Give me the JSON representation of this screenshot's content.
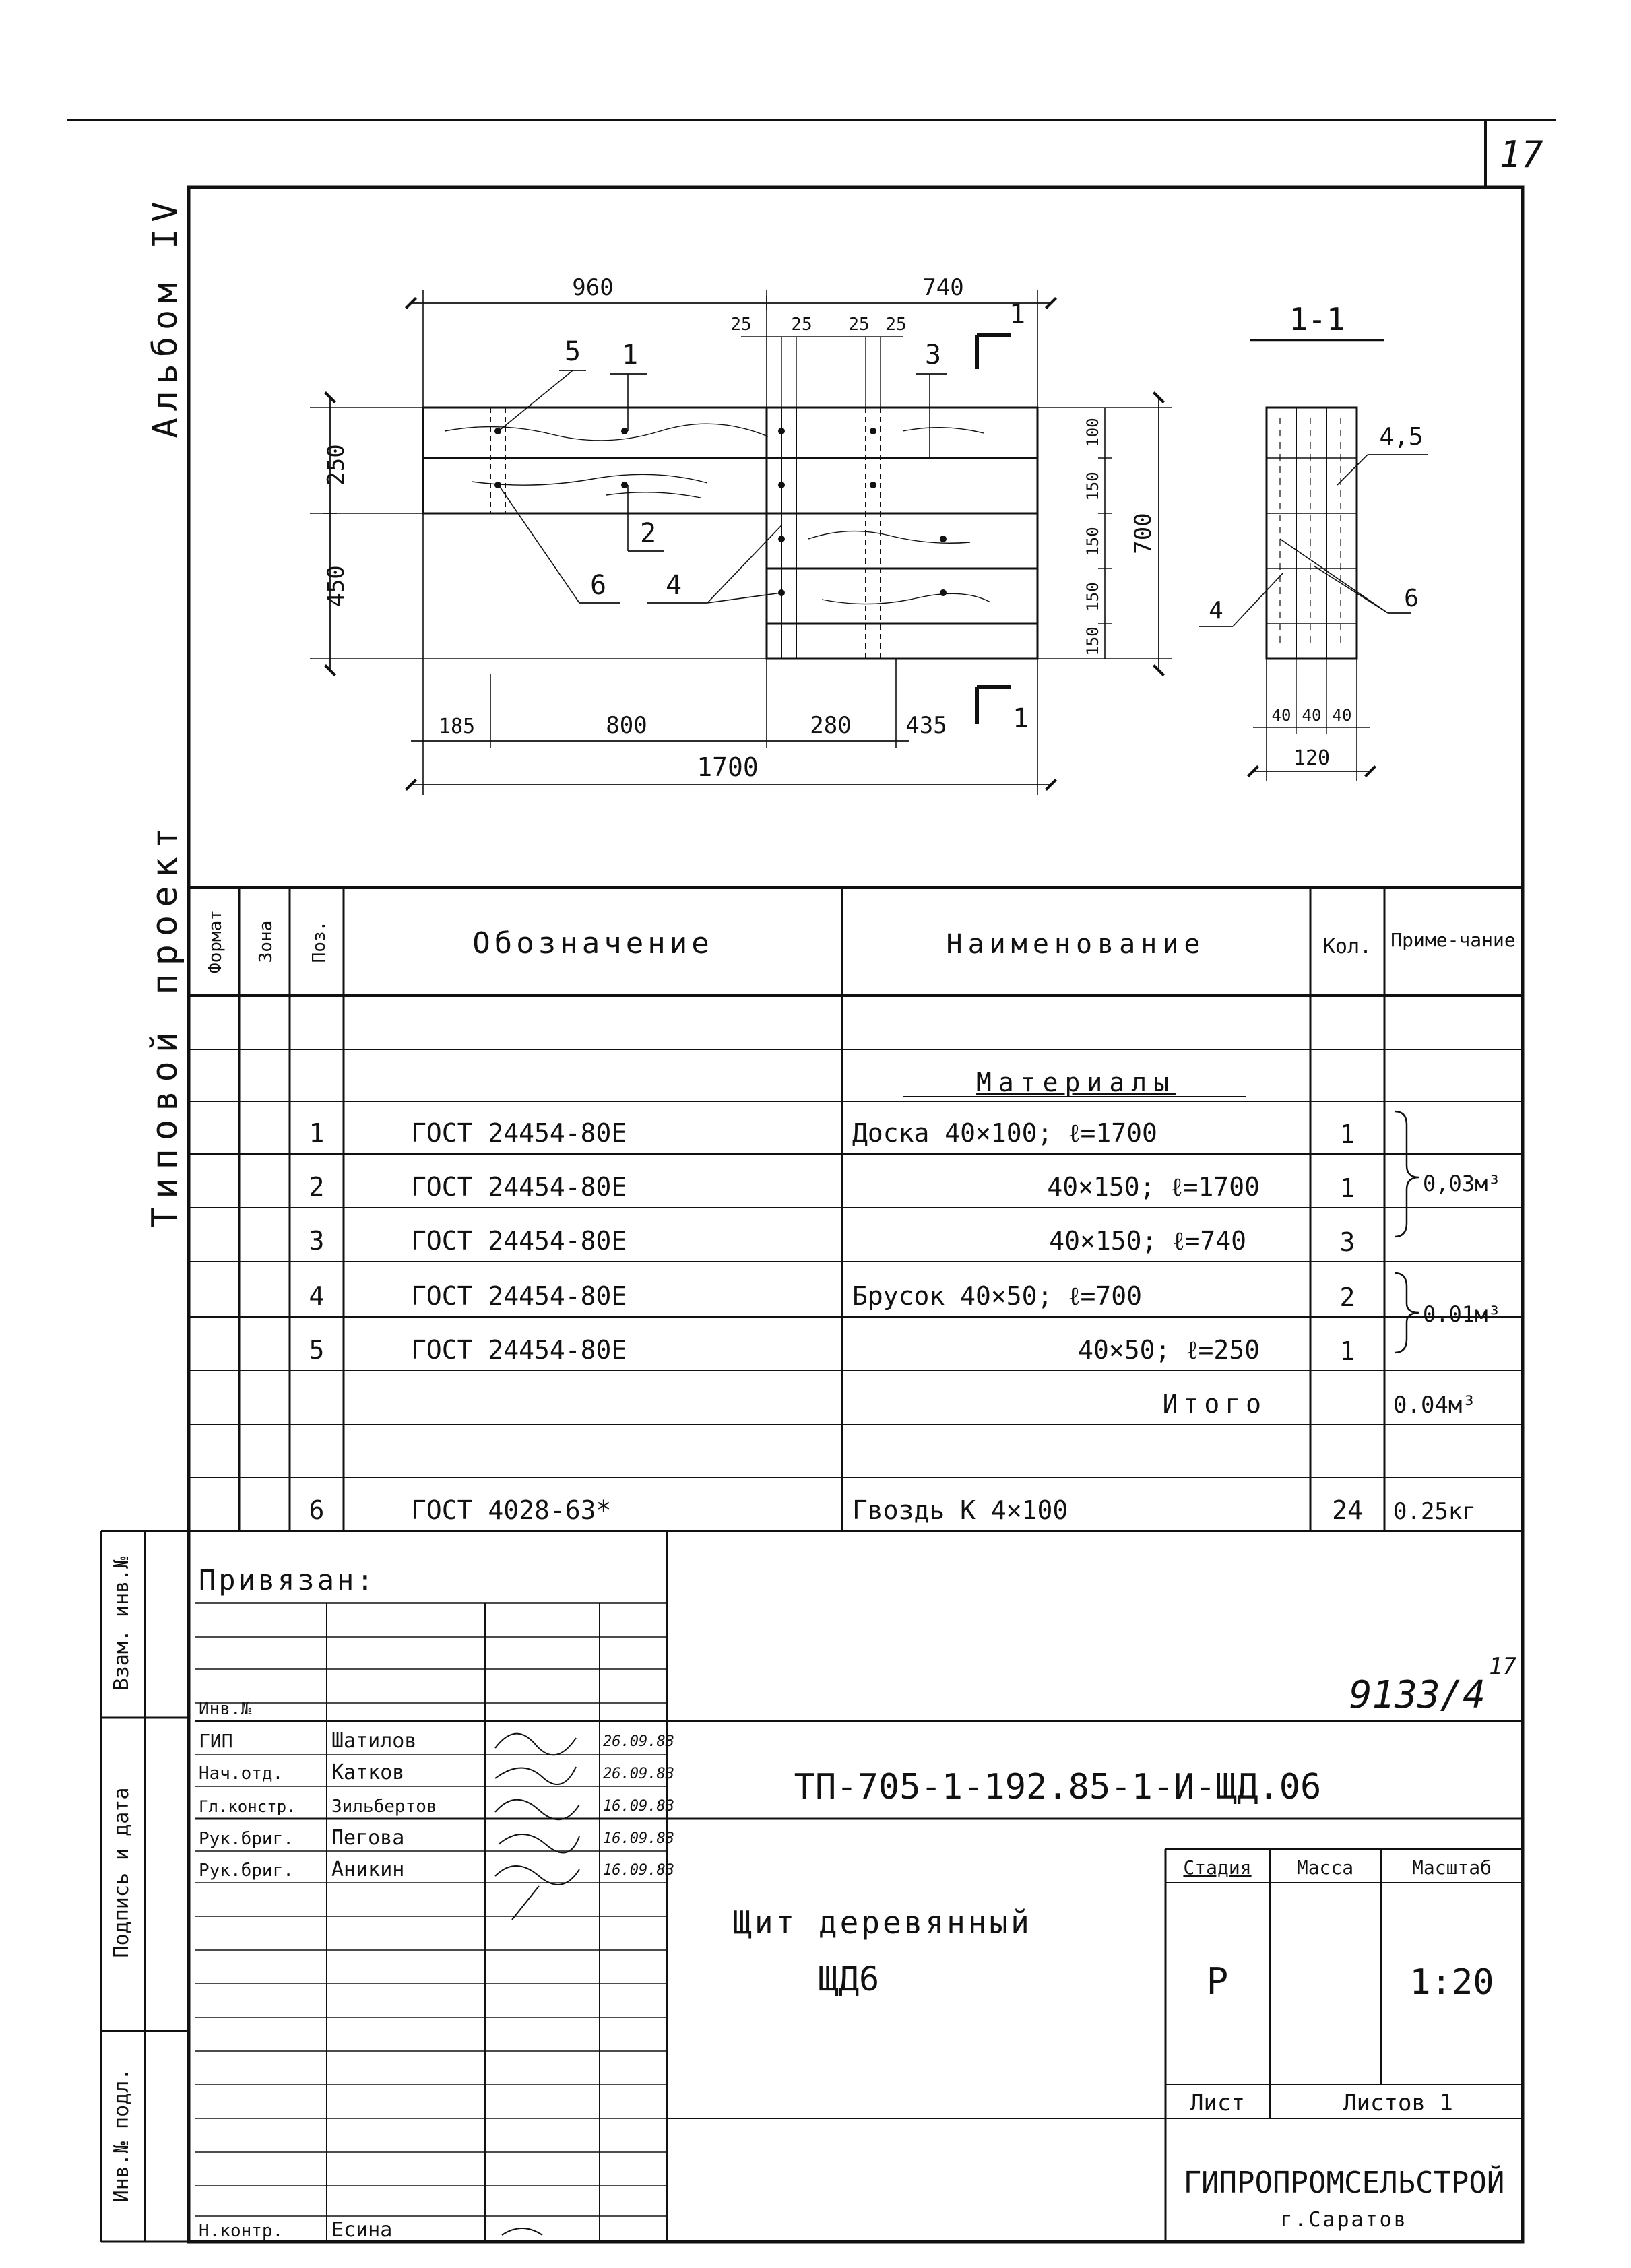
{
  "sheet": {
    "number": "17",
    "album": "Альбом IV",
    "project_type": "Типовой проект"
  },
  "drawing": {
    "dims_top": [
      "960",
      "740"
    ],
    "small_dims": [
      "25",
      "25",
      "25",
      "25"
    ],
    "section_mark": "1",
    "dims_left": [
      "250",
      "450"
    ],
    "dims_right": [
      "100",
      "150",
      "150",
      "150",
      "150"
    ],
    "dim_total_height": "700",
    "dims_bottom": [
      "185",
      "800",
      "280",
      "435"
    ],
    "dim_total_length": "1700",
    "callouts": [
      "1",
      "2",
      "3",
      "4",
      "5",
      "6"
    ],
    "section_title": "1-1",
    "section_callouts": [
      "4,5",
      "4",
      "6"
    ],
    "section_dims": [
      "40",
      "40",
      "40"
    ],
    "section_total": "120"
  },
  "spec": {
    "headers": {
      "format": "Формат",
      "zone": "Зона",
      "pos": "Поз.",
      "designation": "Обозначение",
      "name": "Наименование",
      "qty": "Кол.",
      "note": "Приме-чание"
    },
    "group_title": "Материалы",
    "rows": [
      {
        "pos": "1",
        "designation": "ГОСТ 24454-80Е",
        "name": "Доска 40×100; ℓ=1700",
        "qty": "1"
      },
      {
        "pos": "2",
        "designation": "ГОСТ 24454-80Е",
        "name": "40×150; ℓ=1700",
        "qty": "1"
      },
      {
        "pos": "3",
        "designation": "ГОСТ 24454-80Е",
        "name": "40×150; ℓ=740",
        "qty": "3"
      },
      {
        "pos": "4",
        "designation": "ГОСТ 24454-80Е",
        "name": "Брусок 40×50; ℓ=700",
        "qty": "2"
      },
      {
        "pos": "5",
        "designation": "ГОСТ 24454-80Е",
        "name": "40×50; ℓ=250",
        "qty": "1"
      },
      {
        "pos": "6",
        "designation": "ГОСТ 4028-63*",
        "name": "Гвоздь К 4×100",
        "qty": "24",
        "note": "0.25кг"
      }
    ],
    "note_group_1": "0,03м³",
    "note_group_2": "0.01м³",
    "total_label": "Итого",
    "total_value": "0.04м³"
  },
  "side_labels": {
    "swap_inv": "Взам. инв.№",
    "signature_date": "Подпись и дата",
    "inv_original": "Инв.№ подл."
  },
  "title_block": {
    "attached": "Привязан:",
    "inv_label": "Инв.№",
    "doc_number": "9133/4",
    "doc_number_sup": "17",
    "code": "ТП-705-1-192.85-1-И-ЩД.06",
    "roles": [
      "ГИП",
      "Нач.отд.",
      "Гл.констр.",
      "Рук.бриг.",
      "Рук.бриг."
    ],
    "names": [
      "Шатилов",
      "Катков",
      "Зильбертов",
      "Пегова",
      "Аникин"
    ],
    "dates": [
      "26.09.83",
      "26.09.83",
      "16.09.83",
      "16.09.83",
      "16.09.83"
    ],
    "control_role": "Н.контр.",
    "control_name": "Есина",
    "title_line1": "Щит деревянный",
    "title_line2": "ЩД6",
    "stage_label": "Стадия",
    "mass_label": "Масса",
    "scale_label": "Масштаб",
    "stage_value": "Р",
    "scale_value": "1:20",
    "sheet_label": "Лист",
    "sheets_label": "Листов 1",
    "org": "ГИПРОПРОМСЕЛЬСТРОЙ",
    "city": "г.Саратов"
  }
}
